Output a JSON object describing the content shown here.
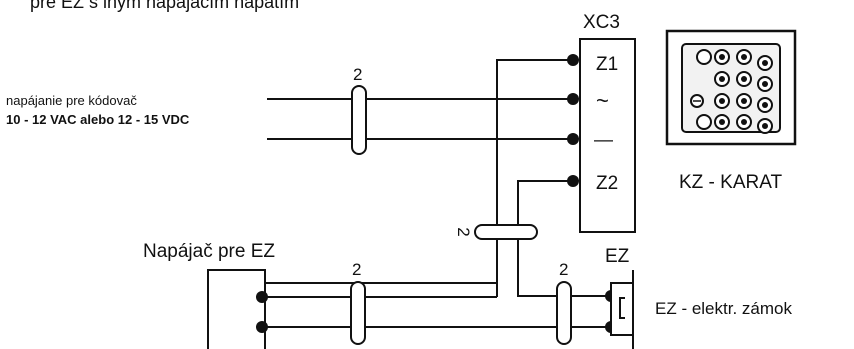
{
  "header": {
    "text": "pre EZ s iným napájacím napätím"
  },
  "supply": {
    "line1": "napájanie pre kódovač",
    "line2": "10 - 12 VAC alebo  12 - 15 VDC"
  },
  "connector": {
    "name": "XC3",
    "pins": [
      "Z1",
      "~",
      "—",
      "Z2"
    ]
  },
  "keypad": {
    "caption": "KZ - KARAT"
  },
  "psu": {
    "title": "Napájač pre EZ"
  },
  "lock": {
    "name": "EZ",
    "caption": "EZ - elektr. zámok"
  },
  "cable_counts": {
    "supply": "2",
    "center": "2",
    "psu": "2",
    "lock": "2"
  }
}
